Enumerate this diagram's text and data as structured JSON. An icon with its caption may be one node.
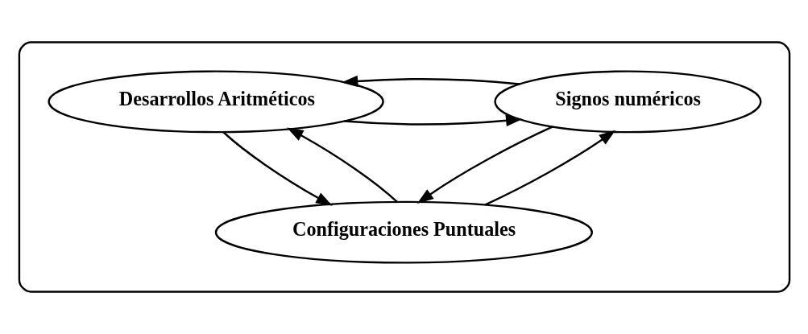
{
  "diagram": {
    "nodes": [
      {
        "text": [],
        "shape": "box"
      },
      {
        "text": [
          "Signos numéricos"
        ],
        "in": 0
      },
      {
        "text": [
          "Desarrollos Aritméticos"
        ],
        "in": 0
      },
      {
        "text": [
          "Configuraciones Puntuales"
        ],
        "in": 0
      }
    ],
    "edges": [
      {
        "from": 2,
        "to": 1,
        "arrow": "to"
      },
      {
        "from": 1,
        "to": 2,
        "arrow": "to"
      },
      {
        "from": 1,
        "to": 3,
        "arrow": "to"
      },
      {
        "from": 3,
        "to": 1,
        "arrow": "to"
      },
      {
        "from": 2,
        "to": 3,
        "arrow": "to"
      },
      {
        "from": 3,
        "to": 2,
        "arrow": "to"
      }
    ]
  }
}
